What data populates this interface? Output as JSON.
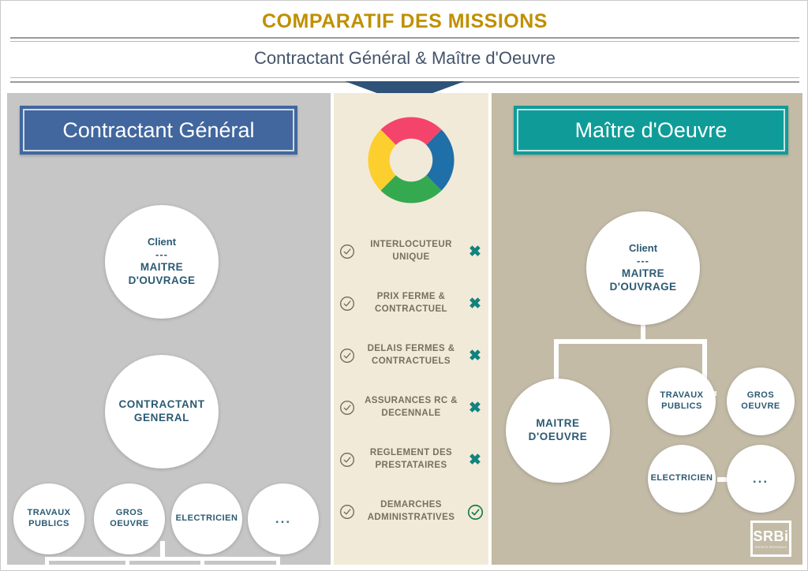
{
  "header": {
    "title": "COMPARATIF DES MISSIONS",
    "subtitle": "Contractant Général & Maître d'Oeuvre",
    "title_color": "#bf9000",
    "subtitle_color": "#44546a"
  },
  "left_panel": {
    "heading": "Contractant Général",
    "heading_bg": "#41679e",
    "background": "#c6c6c6",
    "nodes": {
      "client": {
        "title": "Client",
        "divider": "---",
        "role": "MAITRE",
        "role2": "D'OUVRAGE"
      },
      "mid": {
        "line1": "CONTRACTANT",
        "line2": "GENERAL"
      },
      "leaves": [
        {
          "line1": "TRAVAUX",
          "line2": "PUBLICS"
        },
        {
          "line1": "GROS",
          "line2": "OEUVRE"
        },
        {
          "line1": "ELECTRICIEN",
          "line2": ""
        },
        {
          "line1": "...",
          "line2": ""
        }
      ]
    }
  },
  "center_panel": {
    "background": "#f2ead8",
    "donut": {
      "segments": [
        {
          "name": "top",
          "color": "#f4446b"
        },
        {
          "name": "right",
          "color": "#1f6fa8"
        },
        {
          "name": "bottom",
          "color": "#35a94f"
        },
        {
          "name": "left",
          "color": "#fccf2e"
        }
      ]
    },
    "criteria": [
      {
        "label_line1": "INTERLOCUTEUR",
        "label_line2": "UNIQUE",
        "left_mark": "check",
        "right_mark": "cross"
      },
      {
        "label_line1": "PRIX FERME",
        "label_line2": "& CONTRACTUEL",
        "left_mark": "check",
        "right_mark": "cross"
      },
      {
        "label_line1": "DELAIS FERMES",
        "label_line2": "& CONTRACTUELS",
        "left_mark": "check",
        "right_mark": "cross"
      },
      {
        "label_line1": "ASSURANCES RC",
        "label_line2": "& DECENNALE",
        "left_mark": "check",
        "right_mark": "cross"
      },
      {
        "label_line1": "REGLEMENT DES",
        "label_line2": "PRESTATAIRES",
        "left_mark": "check",
        "right_mark": "cross"
      },
      {
        "label_line1": "DEMARCHES",
        "label_line2": "ADMINISTRATIVES",
        "left_mark": "check",
        "right_mark": "check-green"
      }
    ],
    "mark_colors": {
      "check": "#6f6a5c",
      "cross": "#12827e",
      "check_green": "#17794f"
    }
  },
  "right_panel": {
    "heading": "Maître d'Oeuvre",
    "heading_bg": "#0f9c98",
    "background": "#c3bba6",
    "nodes": {
      "client": {
        "title": "Client",
        "divider": "---",
        "role": "MAITRE",
        "role2": "D'OUVRAGE"
      },
      "moe": {
        "line1": "MAITRE",
        "line2": "D'OEUVRE"
      },
      "leaves": [
        {
          "line1": "TRAVAUX",
          "line2": "PUBLICS"
        },
        {
          "line1": "GROS",
          "line2": "OEUVRE"
        },
        {
          "line1": "ELECTRICIEN",
          "line2": ""
        },
        {
          "line1": "...",
          "line2": ""
        }
      ]
    }
  },
  "logo": {
    "word": "SRBi",
    "tagline": "SOCIETE REGIONALE"
  }
}
